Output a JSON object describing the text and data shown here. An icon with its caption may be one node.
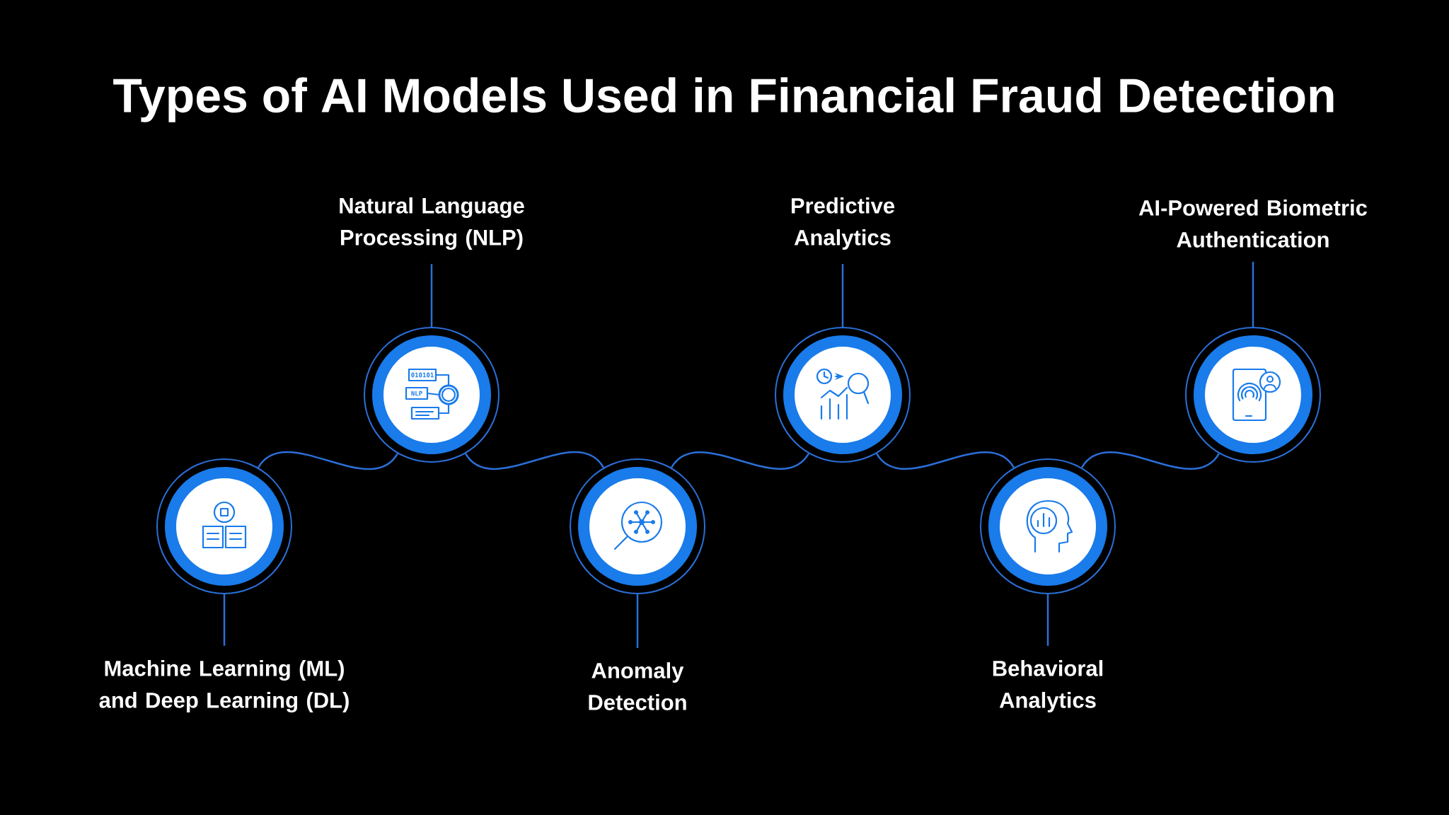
{
  "diagram": {
    "title": "Types of AI Models Used in Financial Fraud Detection",
    "nodes": [
      {
        "text": [
          "Machine Learning (ML) and Deep Learning (DL)"
        ]
      },
      {
        "text": [
          "Natural Language Processing (NLP)"
        ]
      },
      {
        "text": [
          "Anomaly Detection"
        ]
      },
      {
        "text": [
          "Predictive Analytics"
        ]
      },
      {
        "text": [
          "Behavioral Analytics"
        ]
      },
      {
        "text": [
          "AI-Powered Biometric Authentication"
        ]
      },
      {
        "text": [],
        "shape": "circle"
      },
      {
        "text": [],
        "shape": "circle"
      },
      {
        "text": [],
        "shape": "circle"
      },
      {
        "text": [],
        "shape": "circle"
      },
      {
        "text": [],
        "shape": "circle"
      },
      {
        "text": [],
        "shape": "circle"
      }
    ],
    "edges": [
      {
        "from": 0,
        "to": 6,
        "arrow": "none"
      },
      {
        "from": 1,
        "to": 7,
        "arrow": "none"
      },
      {
        "from": 2,
        "to": 8,
        "arrow": "none"
      },
      {
        "from": 3,
        "to": 9,
        "arrow": "none"
      },
      {
        "from": 4,
        "to": 10,
        "arrow": "none"
      },
      {
        "from": 5,
        "to": 11,
        "arrow": "none"
      },
      {
        "from": 6,
        "to": 7,
        "arrow": "none"
      },
      {
        "from": 7,
        "to": 8,
        "arrow": "none"
      },
      {
        "from": 8,
        "to": 9,
        "arrow": "none"
      },
      {
        "from": 9,
        "to": 10,
        "arrow": "none"
      },
      {
        "from": 10,
        "to": 11,
        "arrow": "none"
      }
    ],
    "labels": [
      "010101",
      "NLP"
    ]
  }
}
